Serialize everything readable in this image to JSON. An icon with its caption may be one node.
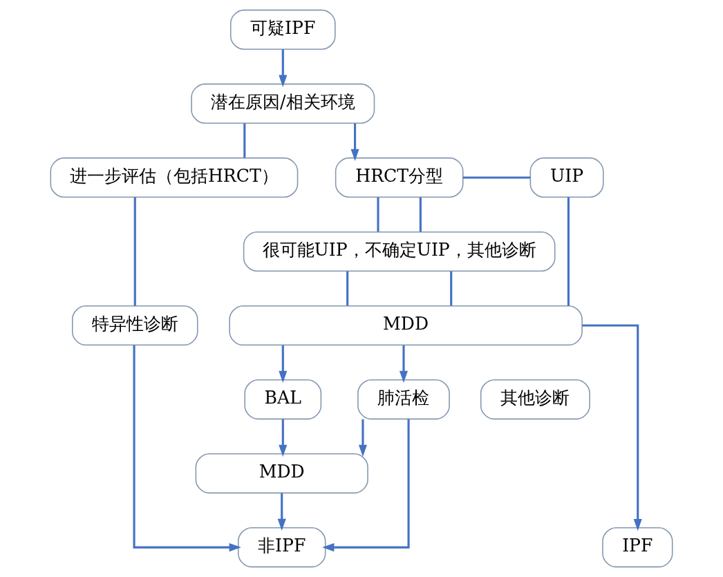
{
  "diagram": {
    "nodes": [
      {
        "text": [
          "可疑IPF"
        ]
      },
      {
        "text": [
          "潜在原因/相关环境"
        ]
      },
      {
        "text": [
          "进一步评估（包括HRCT）"
        ]
      },
      {
        "text": [
          "UIP"
        ]
      },
      {
        "text": [
          "HRCT分型"
        ]
      },
      {
        "text": [
          "特异性诊断"
        ]
      },
      {
        "text": [
          "很可能UIP，不确定UIP，其他诊断"
        ]
      },
      {
        "text": [
          "MDD"
        ]
      },
      {
        "text": [
          "其他诊断"
        ]
      },
      {
        "text": [
          "BAL"
        ]
      },
      {
        "text": [
          "肺活检"
        ]
      },
      {
        "text": [
          "MDD"
        ]
      },
      {
        "text": [
          "IPF"
        ]
      },
      {
        "text": [
          "非IPF"
        ]
      }
    ],
    "edges": [
      {
        "from": 0,
        "to": 1,
        "arrow": "to"
      },
      {
        "from": 1,
        "to": 4,
        "arrow": "to"
      },
      {
        "from": 1,
        "to": 2,
        "arrow": "none"
      },
      {
        "from": 2,
        "to": 5,
        "arrow": "none"
      },
      {
        "from": 4,
        "to": 3,
        "arrow": "none"
      },
      {
        "from": 4,
        "to": 6,
        "arrow": "none"
      },
      {
        "from": 4,
        "to": 6,
        "arrow": "none"
      },
      {
        "from": 3,
        "to": 7,
        "arrow": "none"
      },
      {
        "from": 6,
        "to": 7,
        "arrow": "none"
      },
      {
        "from": 6,
        "to": 7,
        "arrow": "none"
      },
      {
        "from": 7,
        "to": 12,
        "arrow": "to"
      },
      {
        "from": 7,
        "to": 9,
        "arrow": "to"
      },
      {
        "from": 7,
        "to": 10,
        "arrow": "to"
      },
      {
        "from": 9,
        "to": 11,
        "arrow": "to"
      },
      {
        "from": 10,
        "to": 11,
        "arrow": "to"
      },
      {
        "from": 10,
        "to": 13,
        "arrow": "to"
      },
      {
        "from": 11,
        "to": 13,
        "arrow": "to"
      },
      {
        "from": 5,
        "to": 13,
        "arrow": "to"
      }
    ]
  }
}
